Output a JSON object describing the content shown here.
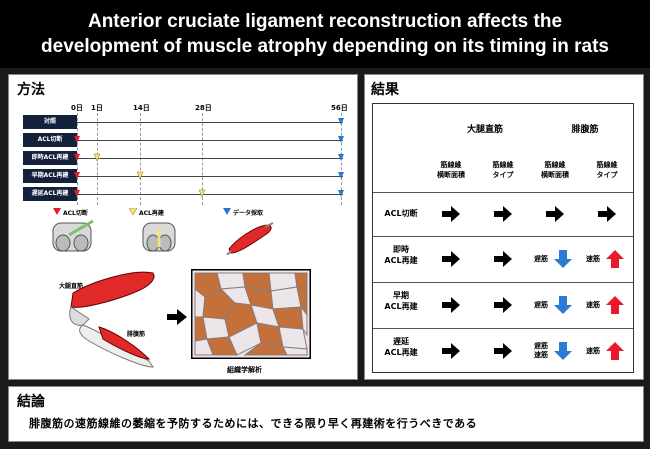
{
  "title": {
    "line1": "Anterior cruciate ligament reconstruction affects the",
    "line2": "development of muscle atrophy depending on its timing in rats"
  },
  "methods": {
    "heading": "方法",
    "timeline_ticks": [
      "0日",
      "1日",
      "14日",
      "28日",
      "56日"
    ],
    "rows": [
      "対照",
      "ACL切断",
      "即時ACL再建",
      "早期ACL再建",
      "遅延ACL再建"
    ],
    "legend": {
      "cut": "ACL切断",
      "reconstruct": "ACL再建",
      "collect": "データ採取"
    },
    "muscle_labels": {
      "rectus": "大腿直筋",
      "gastro": "腓腹筋"
    },
    "histology_label": "組織学解析",
    "colors": {
      "cut_marker": "#e8192c",
      "reconstruct_marker": "#f3e27a",
      "collect_marker": "#2a78c9",
      "row_label_bg": "#14213d",
      "muscle_red": "#e02a2a",
      "fiber_brown": "#c4703a",
      "fiber_pale": "#ece6ea"
    }
  },
  "results": {
    "heading": "結果",
    "muscle_headers": [
      "大腿直筋",
      "腓腹筋"
    ],
    "sub_headers": [
      {
        "line1": "筋線維",
        "line2": "横断面積"
      },
      {
        "line1": "筋線維",
        "line2": "タイプ"
      },
      {
        "line1": "筋線維",
        "line2": "横断面積"
      },
      {
        "line1": "筋線維",
        "line2": "タイプ"
      }
    ],
    "rows": [
      {
        "label1": "ACL切断",
        "label2": "",
        "cells": [
          "right",
          "right",
          "right",
          "right"
        ],
        "tags": [
          "",
          "",
          "",
          ""
        ]
      },
      {
        "label1": "即時",
        "label2": "ACL再建",
        "cells": [
          "right",
          "right",
          "down",
          "up"
        ],
        "tags": [
          "",
          "",
          "遅筋",
          "速筋"
        ]
      },
      {
        "label1": "早期",
        "label2": "ACL再建",
        "cells": [
          "right",
          "right",
          "down",
          "up"
        ],
        "tags": [
          "",
          "",
          "遅筋",
          "速筋"
        ]
      },
      {
        "label1": "遅延",
        "label2": "ACL再建",
        "cells": [
          "right",
          "right",
          "down",
          "up"
        ],
        "tags": [
          "",
          "",
          "遅筋\n速筋",
          "速筋"
        ]
      }
    ],
    "colors": {
      "down_arrow": "#2a7bd1",
      "up_arrow": "#e8192c",
      "neutral_arrow": "#000000"
    }
  },
  "conclusion": {
    "heading": "結論",
    "text": "腓腹筋の速筋線維の萎縮を予防するためには、できる限り早く再建術を行うべきである"
  }
}
